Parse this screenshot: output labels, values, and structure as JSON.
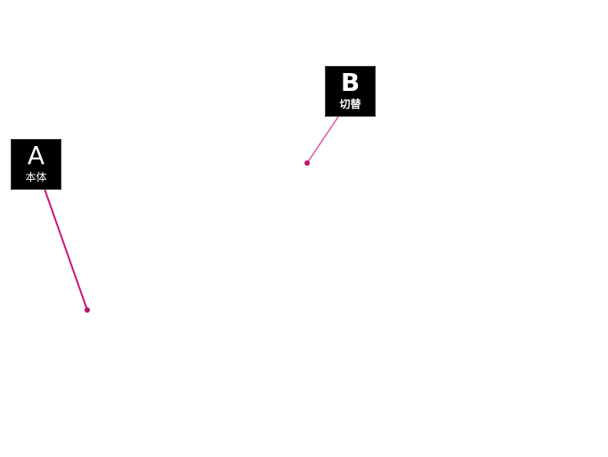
{
  "callouts": [
    {
      "letter": "A",
      "label": "本体"
    },
    {
      "letter": "B",
      "label": "切替"
    }
  ],
  "colors": {
    "leader_a": "#c8177e",
    "leader_b": "#d6569e",
    "marker": "#b8146f",
    "box": "#000000",
    "text": "#ffffff"
  }
}
